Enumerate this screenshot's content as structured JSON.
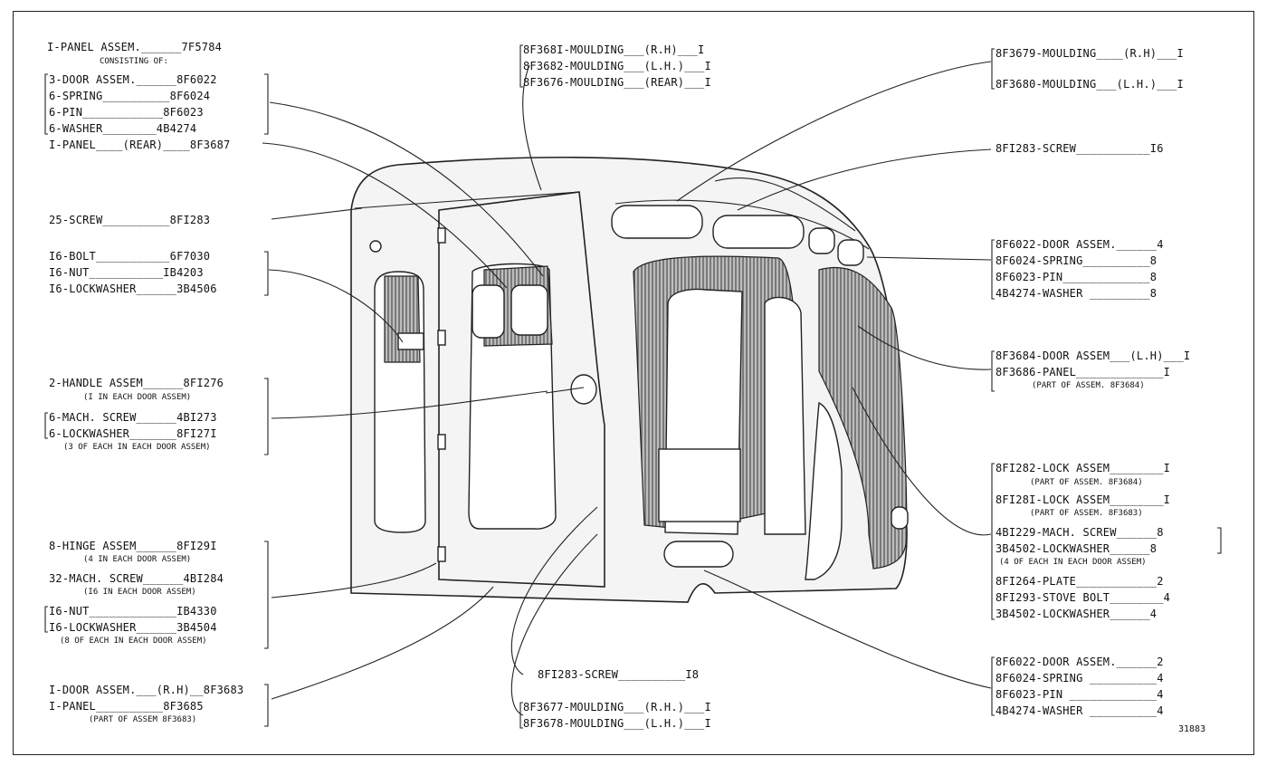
{
  "left_groups": {
    "panel": {
      "l1": "I-PANEL ASSEM.______7F5784",
      "l2": "CONSISTING OF:",
      "l3": "3-DOOR ASSEM.______8F6022",
      "l4": "6-SPRING__________8F6024",
      "l5": "6-PIN____________8F6023",
      "l6": "6-WASHER________4B4274",
      "l7": "I-PANEL____(REAR)____8F3687"
    },
    "screw": "25-SCREW__________8FI283",
    "bolt": {
      "l1": "I6-BOLT___________6F7030",
      "l2": "I6-NUT___________IB4203",
      "l3": "I6-LOCKWASHER______3B4506"
    },
    "handle": {
      "l1": "2-HANDLE ASSEM______8FI276",
      "l2": "(I IN EACH DOOR ASSEM)",
      "l3": "6-MACH. SCREW______4BI273",
      "l4": "6-LOCKWASHER_______8FI27I",
      "l5": "(3 OF EACH IN EACH DOOR ASSEM)"
    },
    "hinge": {
      "l1": "8-HINGE ASSEM______8FI29I",
      "l2": "(4 IN EACH DOOR ASSEM)",
      "l3": "32-MACH. SCREW______4BI284",
      "l4": "(I6 IN EACH DOOR ASSEM)",
      "l5": "I6-NUT_____________IB4330",
      "l6": "I6-LOCKWASHER______3B4504",
      "l7": "(8 OF EACH IN EACH DOOR ASSEM)"
    },
    "door": {
      "l1": "I-DOOR ASSEM.___(R.H)__8F3683",
      "l2": "I-PANEL__________8F3685",
      "l3": "(PART OF ASSEM 8F3683)"
    }
  },
  "center_groups": {
    "top": {
      "l1": "8F368I-MOULDING___(R.H)___I",
      "l2": "8F3682-MOULDING___(L.H.)___I",
      "l3": "8F3676-MOULDING___(REAR)___I"
    },
    "bottom": {
      "l1": "8FI283-SCREW__________I8",
      "l2": "8F3677-MOULDING___(R.H.)___I",
      "l3": "8F3678-MOULDING___(L.H.)___I"
    }
  },
  "right_groups": {
    "moulding": {
      "l1": "8F3679-MOULDING____(R.H)___I",
      "l2": "8F3680-MOULDING___(L.H.)___I"
    },
    "screw": "8FI283-SCREW___________I6",
    "door4": {
      "l1": "8F6022-DOOR ASSEM.______4",
      "l2": "8F6024-SPRING__________8",
      "l3": "8F6023-PIN_____________8",
      "l4": "4B4274-WASHER _________8"
    },
    "door_lh": {
      "l1": "8F3684-DOOR ASSEM___(L.H)___I",
      "l2": "8F3686-PANEL_____________I",
      "l3": "(PART OF ASSEM. 8F3684)"
    },
    "lock": {
      "l1": "8FI282-LOCK ASSEM________I",
      "l2": "(PART OF ASSEM. 8F3684)",
      "l3": "8FI28I-LOCK ASSEM________I",
      "l4": "(PART OF ASSEM. 8F3683)",
      "l5": "4BI229-MACH. SCREW______8",
      "l6": "3B4502-LOCKWASHER______8",
      "l7": "(4 OF EACH IN EACH DOOR ASSEM)",
      "l8": "8FI264-PLATE____________2",
      "l9": "8FI293-STOVE BOLT________4",
      "l10": "3B4502-LOCKWASHER______4"
    },
    "door2": {
      "l1": "8F6022-DOOR ASSEM.______2",
      "l2": "8F6024-SPRING __________4",
      "l3": "8F6023-PIN _____________4",
      "l4": "4B4274-WASHER __________4"
    }
  },
  "figure_number": "31883"
}
